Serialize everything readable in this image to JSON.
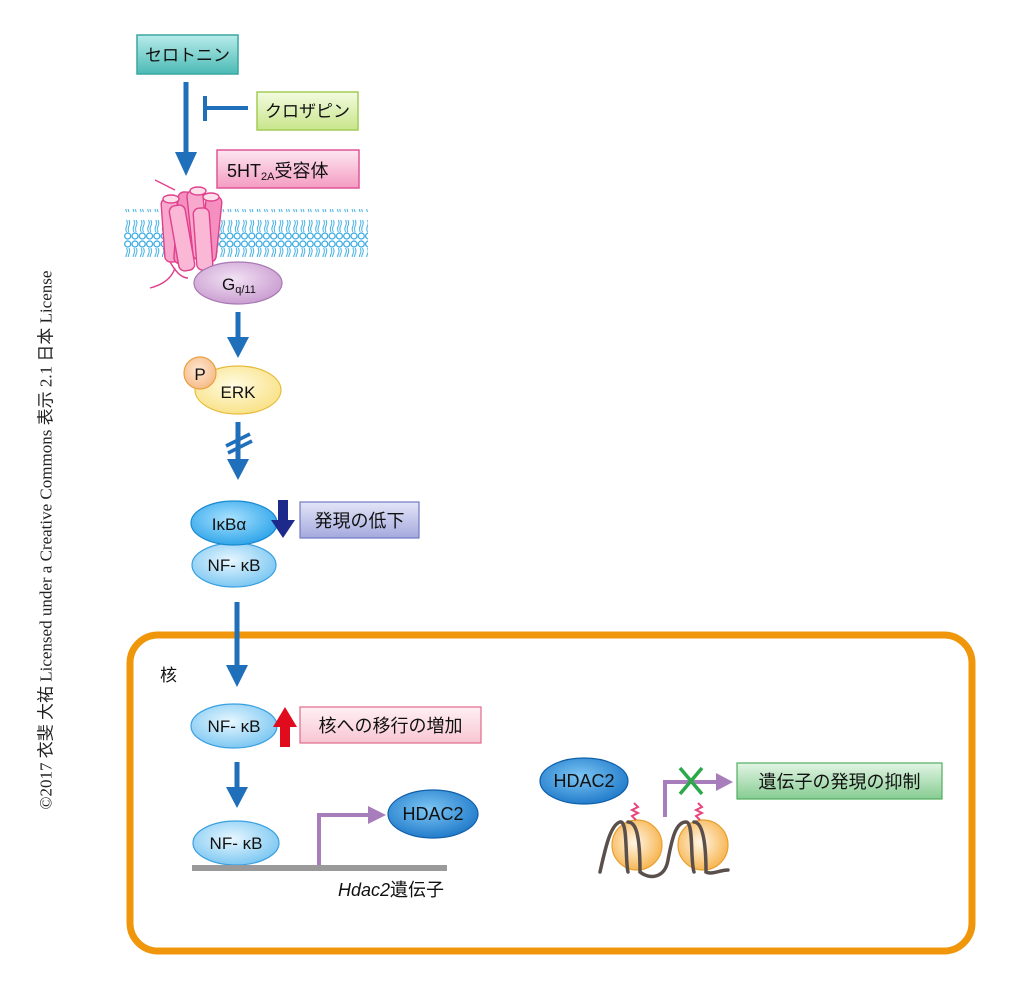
{
  "copyright": "©2017 衣斐 大祐 Licensed under a Creative Commons 表示 2.1 日本 License",
  "labels": {
    "serotonin": "セロトニン",
    "clozapine": "クロザピン",
    "receptor_main": "5HT",
    "receptor_sub": "2A",
    "receptor_tail": "受容体",
    "gq_main": "G",
    "gq_sub": "q/11",
    "phospho": "P",
    "erk": "ERK",
    "ikba": "IκBα",
    "nfkb": "NF- κB",
    "expression_down": "発現の低下",
    "nucleus": "核",
    "nuclear_translocation_up": "核への移行の増加",
    "hdac2": "HDAC2",
    "hdac2_gene_italic": "Hdac2",
    "hdac2_gene_suffix": "遺伝子",
    "gene_repression": "遺伝子の発現の抑制"
  },
  "colors": {
    "arrow_blue": "#1f6fba",
    "nucleus_border": "#f0960a",
    "serotonin_box": "#5cc4c0",
    "clozapine_box": "#c8e58a",
    "receptor_box": "#f6a9c8",
    "receptor_body": "#f06aa8",
    "gq": "#c99ad0",
    "erk": "#fbe58c",
    "phospho": "#f9c08a",
    "nfkb": "#7cc8f2",
    "ikba": "#2aa6e8",
    "down_arrow": "#1d2a8c",
    "down_box": "#a9aee0",
    "up_arrow": "#e00c1e",
    "up_box": "#fad3dd",
    "hdac2": "#1c7fd0",
    "transcription_arrow": "#a77dbb",
    "repression_box": "#8fd09a",
    "x_mark": "#2aa84a",
    "nucleosome": "#f8b54a",
    "dna": "#5a4f4a",
    "gene_line": "#9a9a9a"
  }
}
